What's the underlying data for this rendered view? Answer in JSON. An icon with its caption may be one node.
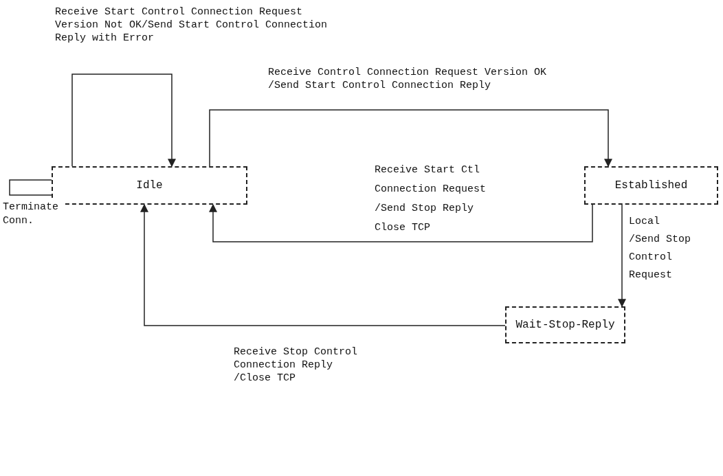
{
  "diagram": {
    "nodes": [
      {
        "text": [
          "Idle"
        ]
      },
      {
        "text": [
          "Established"
        ]
      },
      {
        "text": [
          "Wait-Stop-Reply"
        ]
      }
    ],
    "edges": [
      {
        "from": 0,
        "to": 0,
        "arrow": "to",
        "label": "Receive Start Control Connection Request Version Not OK/Send Start Control Connection Reply with Error"
      },
      {
        "from": 0,
        "to": 1,
        "arrow": "to",
        "label": "Receive Control Connection Request Version OK /Send Start Control Connection Reply"
      },
      {
        "from": 1,
        "to": 0,
        "arrow": "to",
        "label": "Receive Start Ctl Connection Request /Send Stop Reply Close TCP"
      },
      {
        "from": 1,
        "to": 2,
        "arrow": "to",
        "label": "Local /Send Stop Control Request"
      },
      {
        "from": 2,
        "to": 0,
        "arrow": "to",
        "label": "Receive Stop Control Connection Reply /Close TCP"
      },
      {
        "from": 0,
        "to": 0,
        "arrow": "none",
        "label": "Terminate Conn."
      }
    ]
  }
}
